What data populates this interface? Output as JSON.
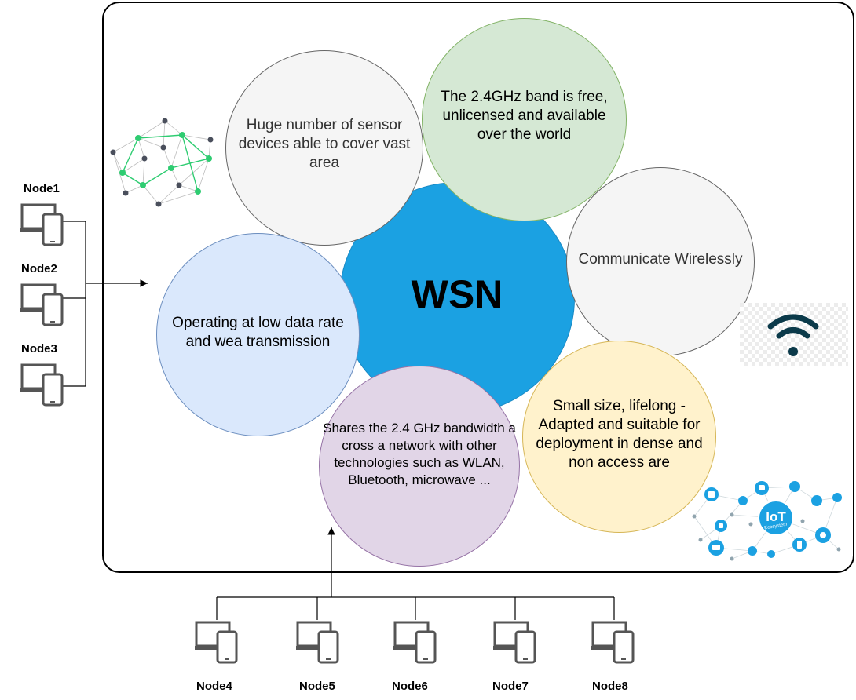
{
  "center": {
    "label": "WSN"
  },
  "features": {
    "sensors": "Huge number of sensor devices able to cover vast area",
    "band": "The 2.4GHz band is free, unlicensed and available over the world",
    "wireless": "Communicate Wirelessly",
    "low_rate": "Operating at low data rate and wea transmission",
    "shares": "Shares the 2.4 GHz bandwidth a cross a network with other technologies such as WLAN, Bluetooth, microwave ...",
    "small": "Small size, lifelong - Adapted and suitable for deployment in dense and non access are"
  },
  "nodes_left": [
    "Node1",
    "Node2",
    "Node3"
  ],
  "nodes_bottom": [
    "Node4",
    "Node5",
    "Node6",
    "Node7",
    "Node8"
  ],
  "iot_badge": {
    "title": "IoT",
    "subtitle": "Ecosystem"
  },
  "colors": {
    "wsn": "#1ba1e2",
    "band": "#d5e8d4",
    "low_rate": "#dae8fc",
    "shares": "#e1d5e7",
    "small": "#fff2cc",
    "gray": "#f5f5f5",
    "device": "#555555",
    "network_green": "#2ecc71",
    "wifi": "#0b3a4a",
    "iot": "#1ba1e2"
  }
}
